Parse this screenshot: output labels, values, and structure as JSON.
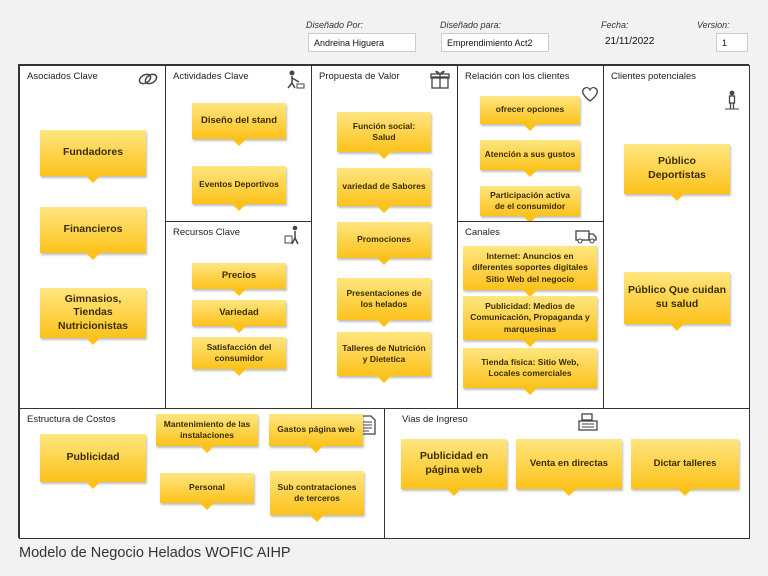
{
  "header": {
    "disenado_por_label": "Diseñado Por:",
    "disenado_por_value": "Andreina Higuera",
    "disenado_para_label": "Diseñado para:",
    "disenado_para_value": "Emprendimiento Act2",
    "fecha_label": "Fecha:",
    "fecha_value": "21/11/2022",
    "version_label": "Version:",
    "version_value": "1"
  },
  "blocks": {
    "asociados": {
      "title": "Asociados Clave",
      "icon": "chain-link-icon",
      "notes": [
        "Fundadores",
        "Financieros",
        "Gimnasios, Tiendas Nutricionistas"
      ]
    },
    "actividades": {
      "title": "Actividades Clave",
      "icon": "worker-icon",
      "notes": [
        "Diseño del stand",
        "Eventos Deportivos"
      ]
    },
    "recursos": {
      "title": "Recursos Clave",
      "icon": "worker-crate-icon",
      "notes": [
        "Precios",
        "Variedad",
        "Satisfacción del consumidor"
      ]
    },
    "propuesta": {
      "title": "Propuesta de Valor",
      "icon": "gift-icon",
      "notes": [
        "Función social: Salud",
        "variedad de Sabores",
        "Promociones",
        "Presentaciones de los helados",
        "Talleres de Nutrición y Dietetica"
      ]
    },
    "relacion": {
      "title": "Relación con los clientes",
      "icon": "heart-icon",
      "notes": [
        "ofrecer opciones",
        "Atención a sus gustos",
        "Participación activa de el consumidor"
      ]
    },
    "canales": {
      "title": "Canales",
      "icon": "truck-icon",
      "notes": [
        "Internet: Anuncios en diferentes soportes digitales Sitio Web del negocio",
        "Publicidad: Medios de Comunicación, Propaganda y marquesinas",
        "Tienda física: Sitio Web, Locales comerciales"
      ]
    },
    "clientes": {
      "title": "Clientes potenciales",
      "icon": "person-icon",
      "notes": [
        "Público Deportistas",
        "Público Que cuidan su salud"
      ]
    },
    "costos": {
      "title": "Estructura de Costos",
      "icon": "document-icon",
      "notes": [
        "Publicidad",
        "Mantenimiento de las instalaciones",
        "Gastos página web",
        "Personal",
        "Sub contrataciones de terceros"
      ]
    },
    "ingresos": {
      "title": "Vias de Ingreso",
      "icon": "cash-register-icon",
      "notes": [
        "Publicidad en página web",
        "Venta en directas",
        "Dictar talleres"
      ]
    }
  },
  "footer": {
    "title": "Modelo de Negocio Helados WOFIC AIHP"
  },
  "colors": {
    "note_top": "#ffe680",
    "note_bottom": "#fcc21a",
    "border": "#333333"
  }
}
